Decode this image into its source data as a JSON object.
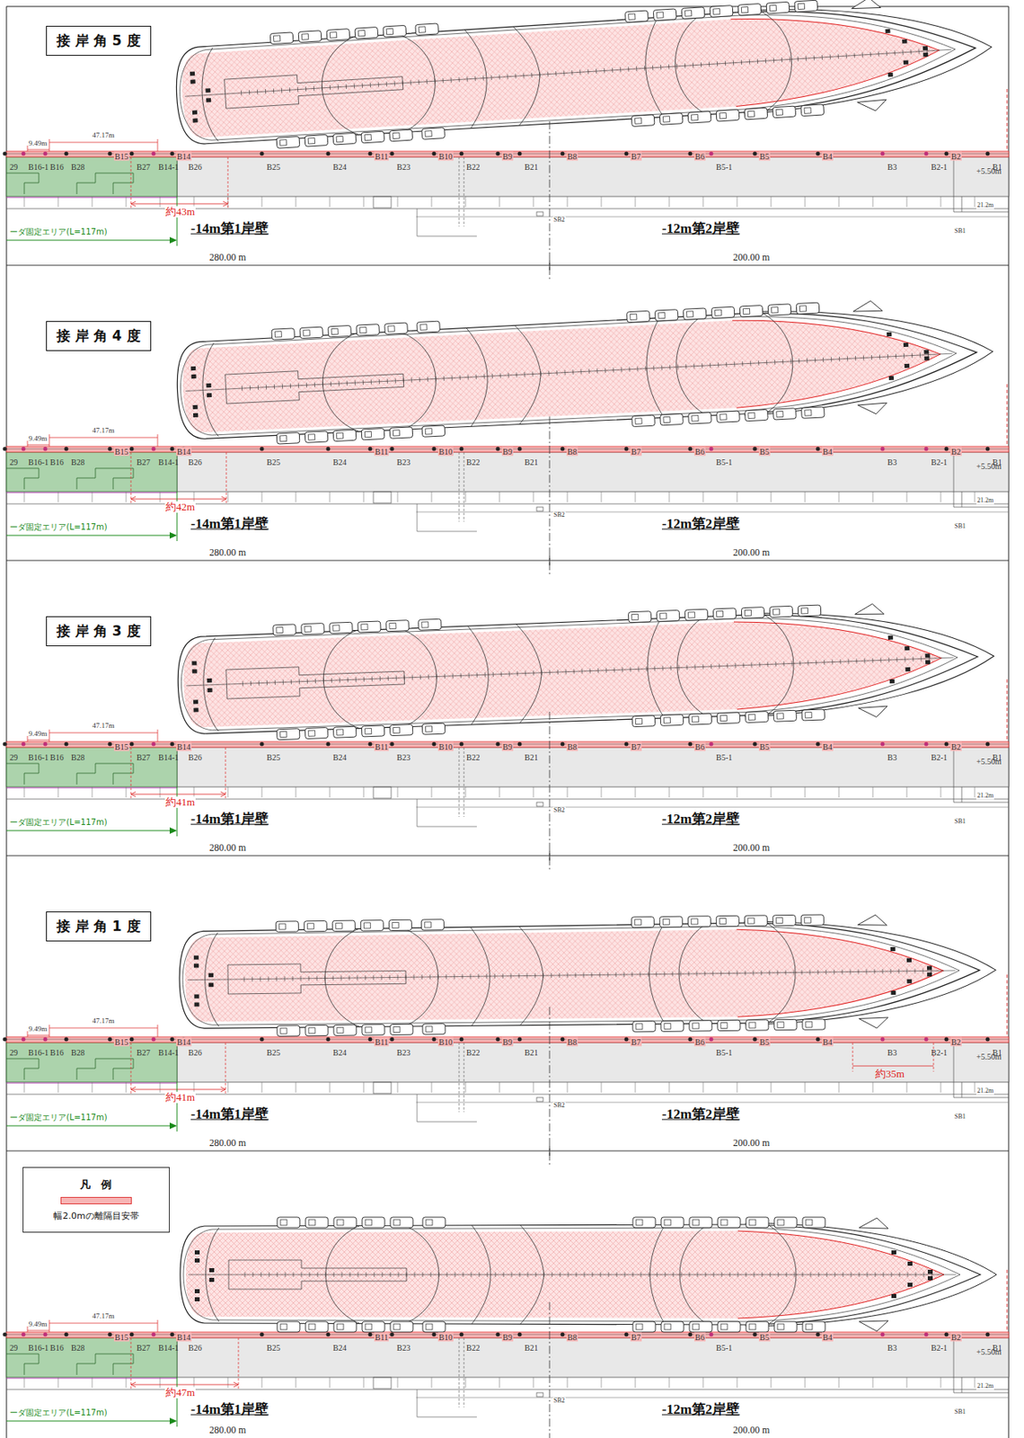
{
  "diagram": {
    "nodes": [
      {
        "text": [
          "接 岸 角 5 度"
        ]
      },
      {
        "text": [
          "接 岸 角 4 度"
        ]
      },
      {
        "text": [
          "接 岸 角 3 度"
        ]
      },
      {
        "text": [
          "接 岸 角 1 度"
        ]
      }
    ],
    "labels": [
      "9.49m",
      "47.17m",
      "29",
      "B16-1",
      "B16",
      "B28",
      "B15",
      "B27",
      "B14-1",
      "B14",
      "B26",
      "B25",
      "B24",
      "B11",
      "B23",
      "B10",
      "B22",
      "B9",
      "B21",
      "B8",
      "B7",
      "B6",
      "B5-1",
      "B5",
      "B4",
      "B3",
      "B2-1",
      "B2",
      "B1",
      "+5.50m",
      "21.2m",
      "SB2",
      "SB1",
      "約43m",
      "ーダ固定エリア(L=117m)",
      "-14m第1岸壁",
      "-12m第2岸壁",
      "280.00 m",
      "200.00 m",
      "9.49m",
      "47.17m",
      "29",
      "B16-1",
      "B16",
      "B28",
      "B15",
      "B27",
      "B14-1",
      "B14",
      "B26",
      "B25",
      "B24",
      "B11",
      "B23",
      "B10",
      "B22",
      "B9",
      "B21",
      "B8",
      "B7",
      "B6",
      "B5-1",
      "B5",
      "B4",
      "B3",
      "B2-1",
      "B2",
      "B1",
      "+5.50m",
      "21.2m",
      "SB2",
      "SB1",
      "約42m",
      "ーダ固定エリア(L=117m)",
      "-14m第1岸壁",
      "-12m第2岸壁",
      "280.00 m",
      "200.00 m",
      "9.49m",
      "47.17m",
      "29",
      "B16-1",
      "B16",
      "B28",
      "B15",
      "B27",
      "B14-1",
      "B14",
      "B26",
      "B25",
      "B24",
      "B11",
      "B23",
      "B10",
      "B22",
      "B9",
      "B21",
      "B8",
      "B7",
      "B6",
      "B5-1",
      "B5",
      "B4",
      "B3",
      "B2-1",
      "B2",
      "B1",
      "+5.50m",
      "21.2m",
      "SB2",
      "SB1",
      "約41m",
      "ーダ固定エリア(L=117m)",
      "-14m第1岸壁",
      "-12m第2岸壁",
      "280.00 m",
      "200.00 m",
      "9.49m",
      "47.17m",
      "29",
      "B16-1",
      "B16",
      "B28",
      "B15",
      "B27",
      "B14-1",
      "B14",
      "B26",
      "B25",
      "B24",
      "B11",
      "B23",
      "B10",
      "B22",
      "B9",
      "B21",
      "B8",
      "B7",
      "B6",
      "B5-1",
      "B5",
      "B4",
      "B3",
      "B2-1",
      "B2",
      "B1",
      "+5.50m",
      "21.2m",
      "SB2",
      "SB1",
      "約41m",
      "ーダ固定エリア(L=117m)",
      "-14m第1岸壁",
      "-12m第2岸壁",
      "280.00 m",
      "200.00 m",
      "約35m",
      "9.49m",
      "47.17m",
      "29",
      "B16-1",
      "B16",
      "B28",
      "B15",
      "B27",
      "B14-1",
      "B14",
      "B26",
      "B25",
      "B24",
      "B11",
      "B23",
      "B10",
      "B22",
      "B9",
      "B21",
      "B8",
      "B7",
      "B6",
      "B5-1",
      "B5",
      "B4",
      "B3",
      "B2-1",
      "B2",
      "B1",
      "+5.50m",
      "21.2m",
      "SB2",
      "SB1",
      "約47m",
      "ーダ固定エリア(L=117m)",
      "-14m第1岸壁",
      "-12m第2岸壁",
      "280.00 m",
      "200.00 m",
      "凡　例"
    ],
    "legend": [
      {
        "text": "幅2.0mの離隔目安帯",
        "color": "#f7b5b5"
      }
    ]
  }
}
